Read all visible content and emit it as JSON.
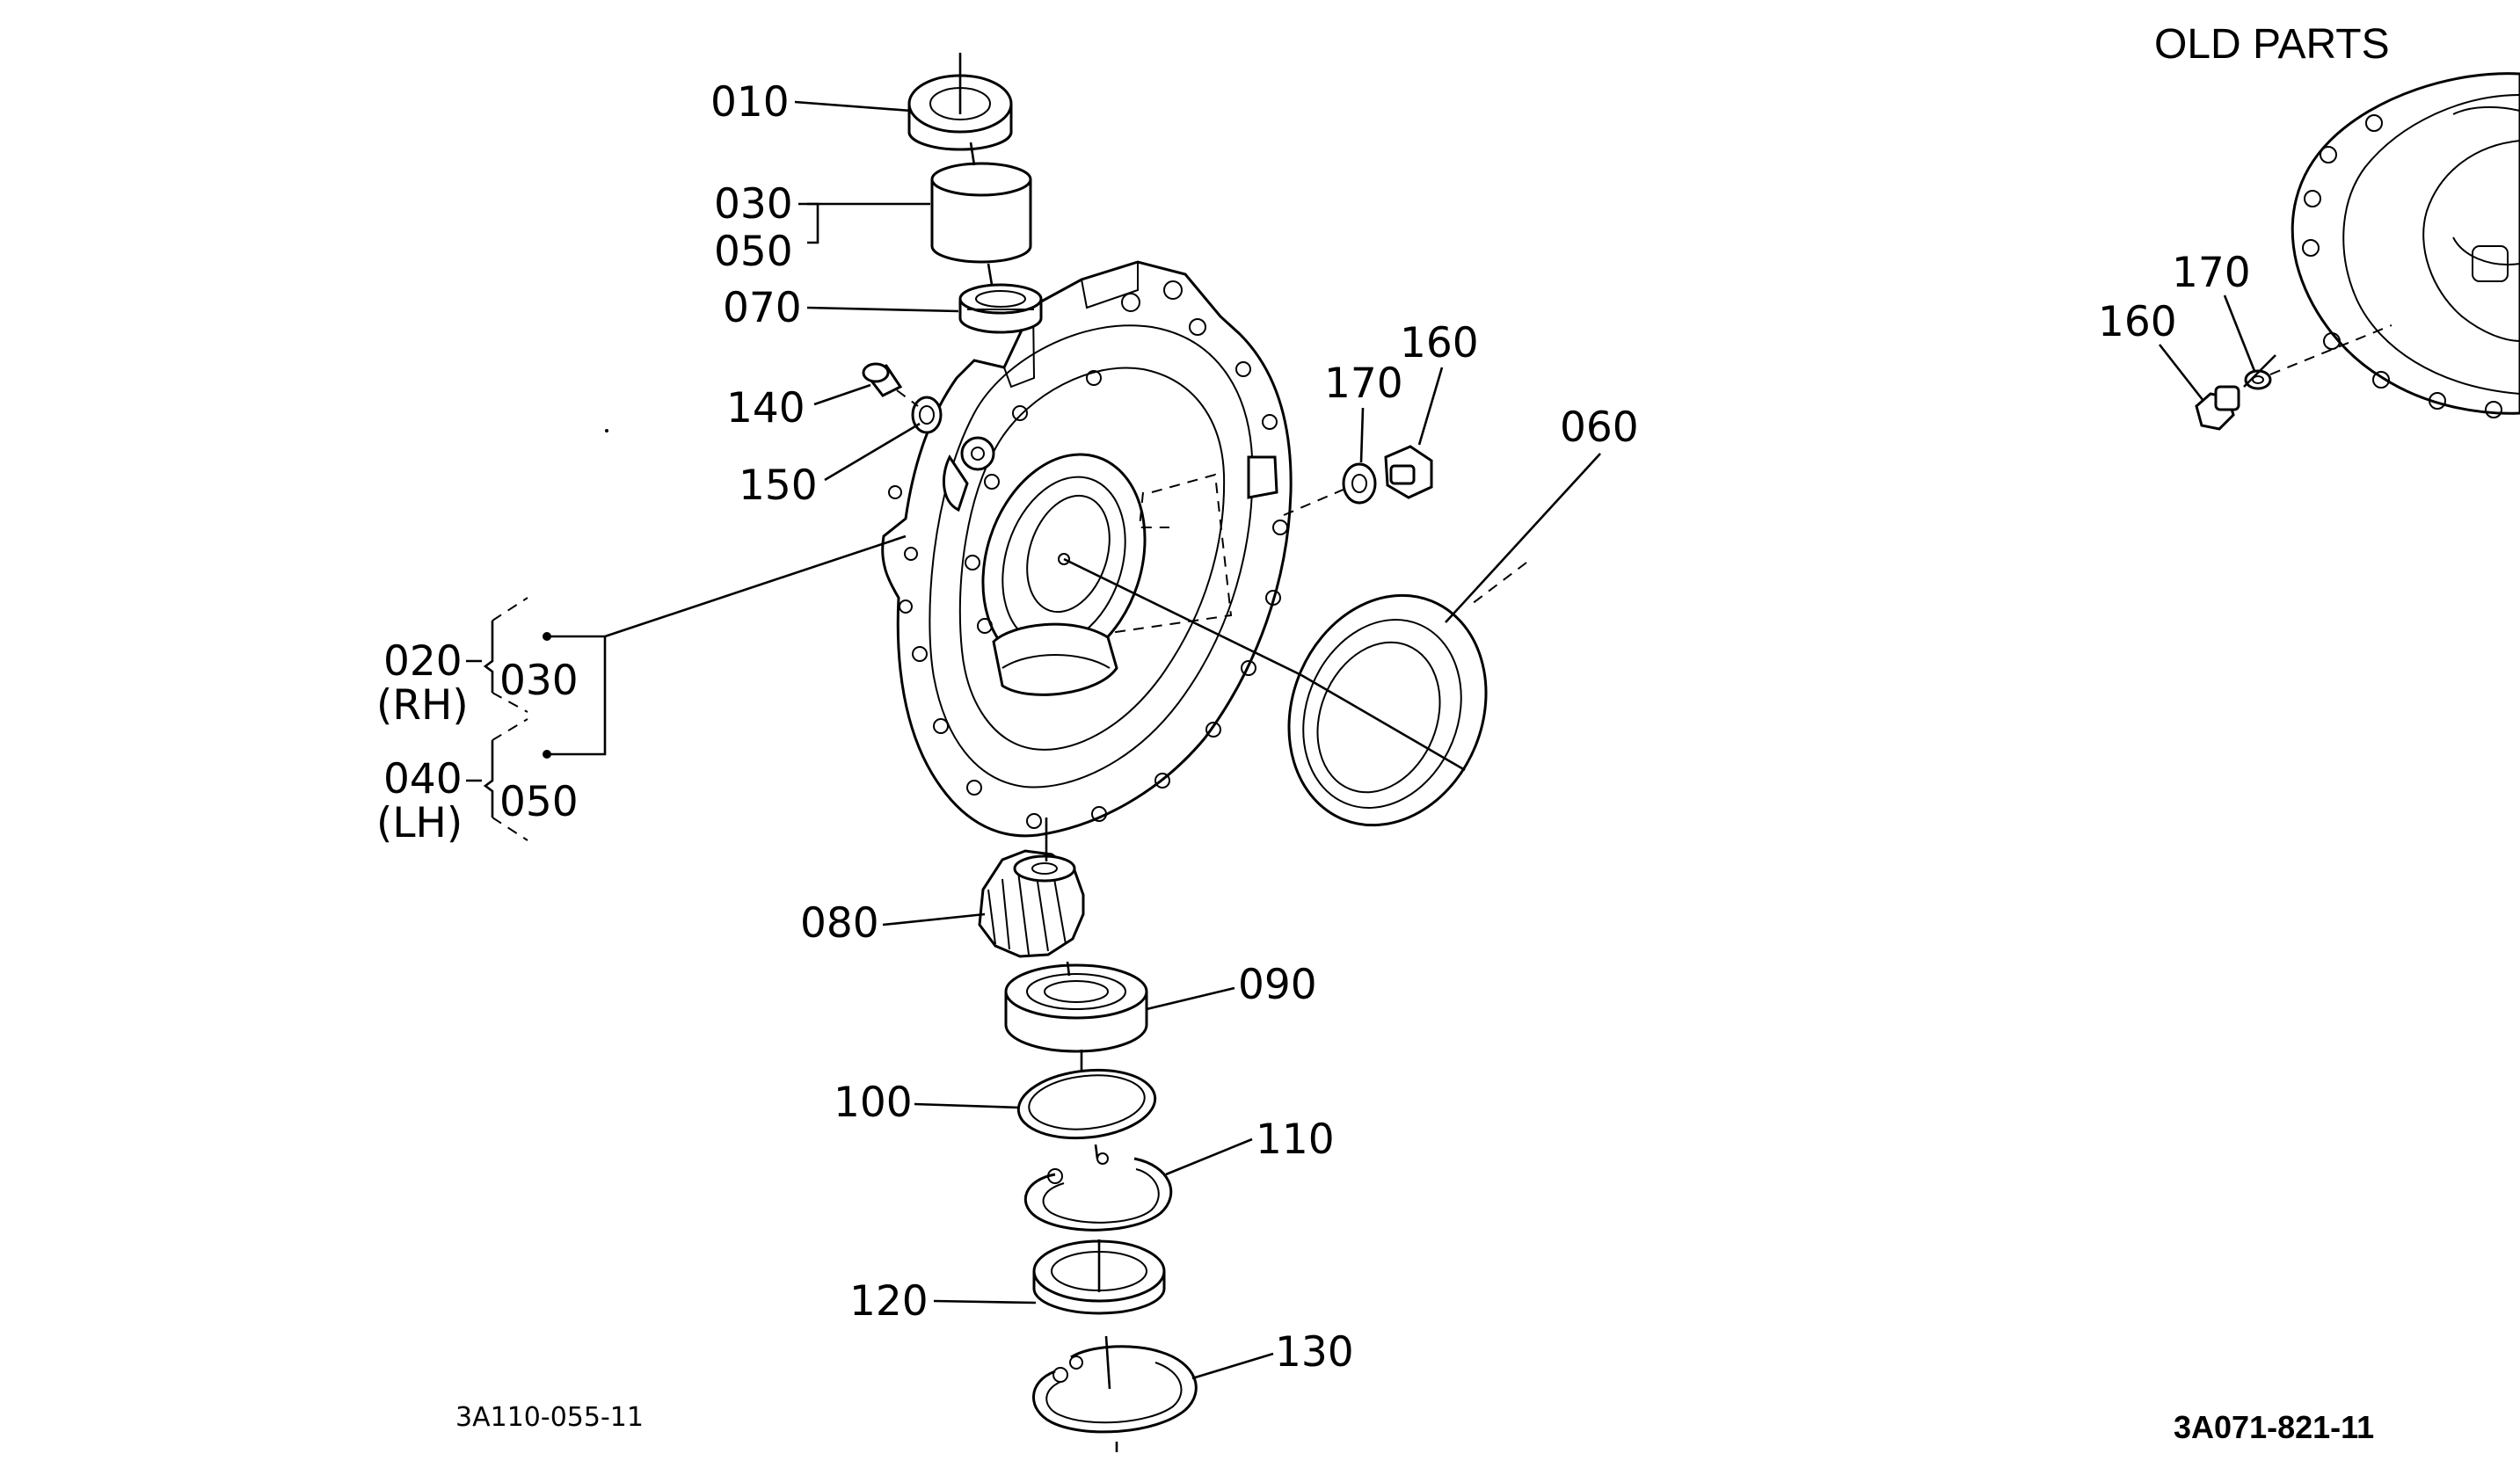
{
  "header": {
    "old_parts": "OLD PARTS"
  },
  "labels": {
    "p010": "010",
    "p030": "030",
    "p050": "050",
    "p070": "070",
    "p140": "140",
    "p150": "150",
    "p020": "020",
    "rh": "(RH)",
    "p030b": "030",
    "p040": "040",
    "lh": "(LH)",
    "p050b": "050",
    "p170": "170",
    "p160": "160",
    "p060": "060",
    "p080": "080",
    "p090": "090",
    "p100": "100",
    "p110": "110",
    "p120": "120",
    "p130": "130",
    "old170": "170",
    "old160": "160"
  },
  "codes": {
    "left": "3A110-055-11",
    "right": "3A071-821-11"
  }
}
